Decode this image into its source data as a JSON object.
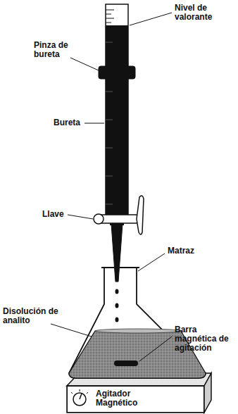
{
  "diagram": {
    "nodes": [
      {
        "text": [
          "Agitador Magnético"
        ]
      }
    ],
    "labels": [
      "Nivel de valorante",
      "Pinza de bureta",
      "Bureta",
      "Llave",
      "Matraz",
      "Disolución de analito",
      "Barra magnética de agitación"
    ]
  }
}
